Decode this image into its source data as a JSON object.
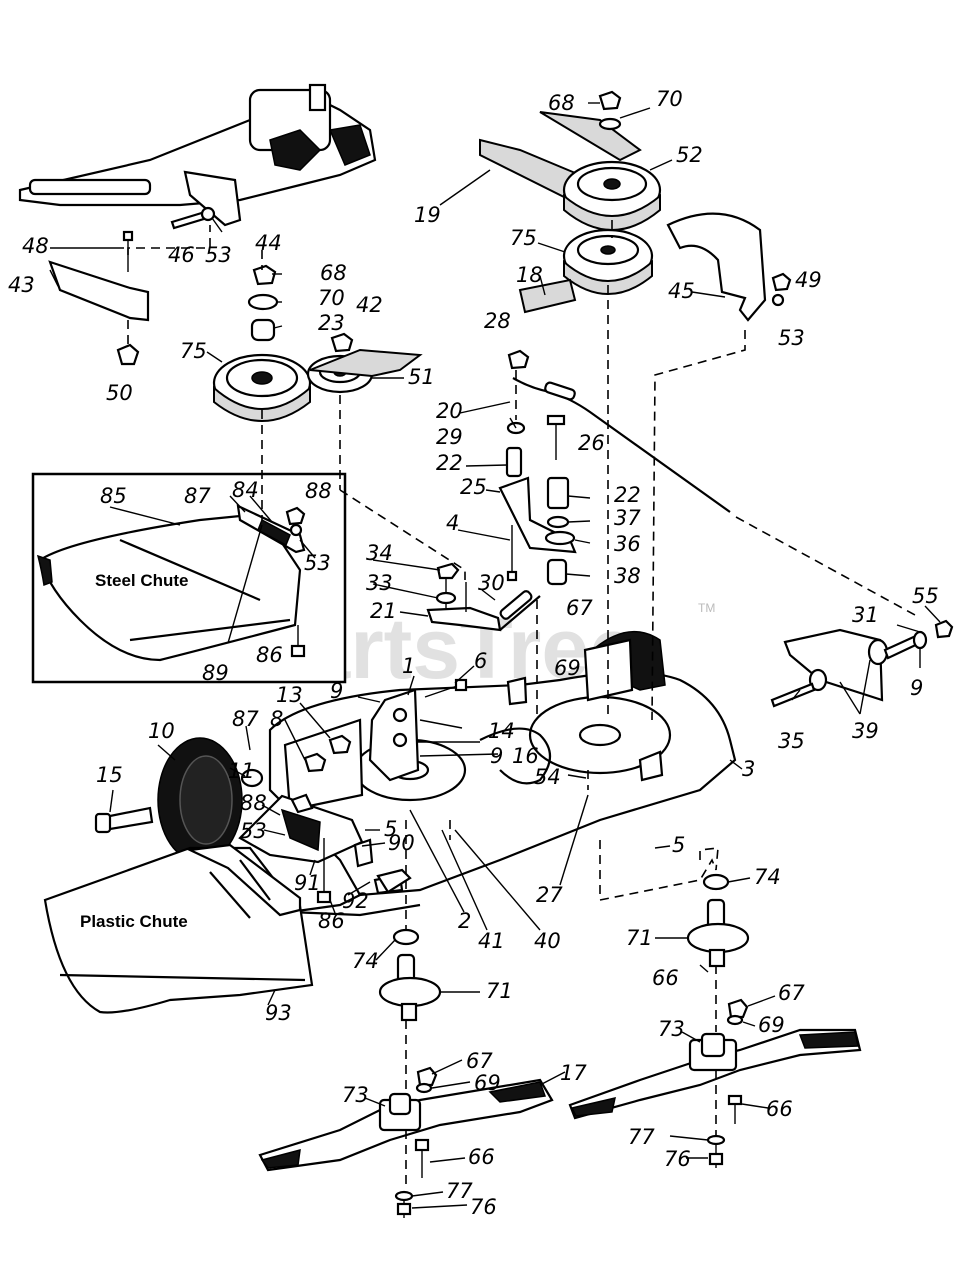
{
  "watermark": {
    "text": "PartsTree",
    "tm": "TM"
  },
  "labels": {
    "steel_chute": "Steel Chute",
    "plastic_chute": "Plastic Chute"
  },
  "callouts": [
    "68",
    "70",
    "52",
    "19",
    "75",
    "18",
    "45",
    "49",
    "53",
    "48",
    "46",
    "53",
    "44",
    "43",
    "68",
    "70",
    "23",
    "42",
    "75",
    "51",
    "50",
    "28",
    "20",
    "29",
    "26",
    "22",
    "25",
    "22",
    "37",
    "36",
    "4",
    "38",
    "85",
    "87",
    "84",
    "88",
    "53",
    "34",
    "33",
    "30",
    "21",
    "67",
    "69",
    "55",
    "31",
    "9",
    "35",
    "39",
    "86",
    "89",
    "1",
    "6",
    "13",
    "9",
    "14",
    "9",
    "16",
    "87",
    "8",
    "10",
    "11",
    "15",
    "88",
    "53",
    "5",
    "90",
    "91",
    "86",
    "92",
    "2",
    "41",
    "40",
    "54",
    "3",
    "27",
    "5",
    "74",
    "71",
    "66",
    "74",
    "71",
    "67",
    "69",
    "73",
    "17",
    "67",
    "69",
    "73",
    "66",
    "77",
    "76",
    "66",
    "77",
    "76",
    "93"
  ]
}
